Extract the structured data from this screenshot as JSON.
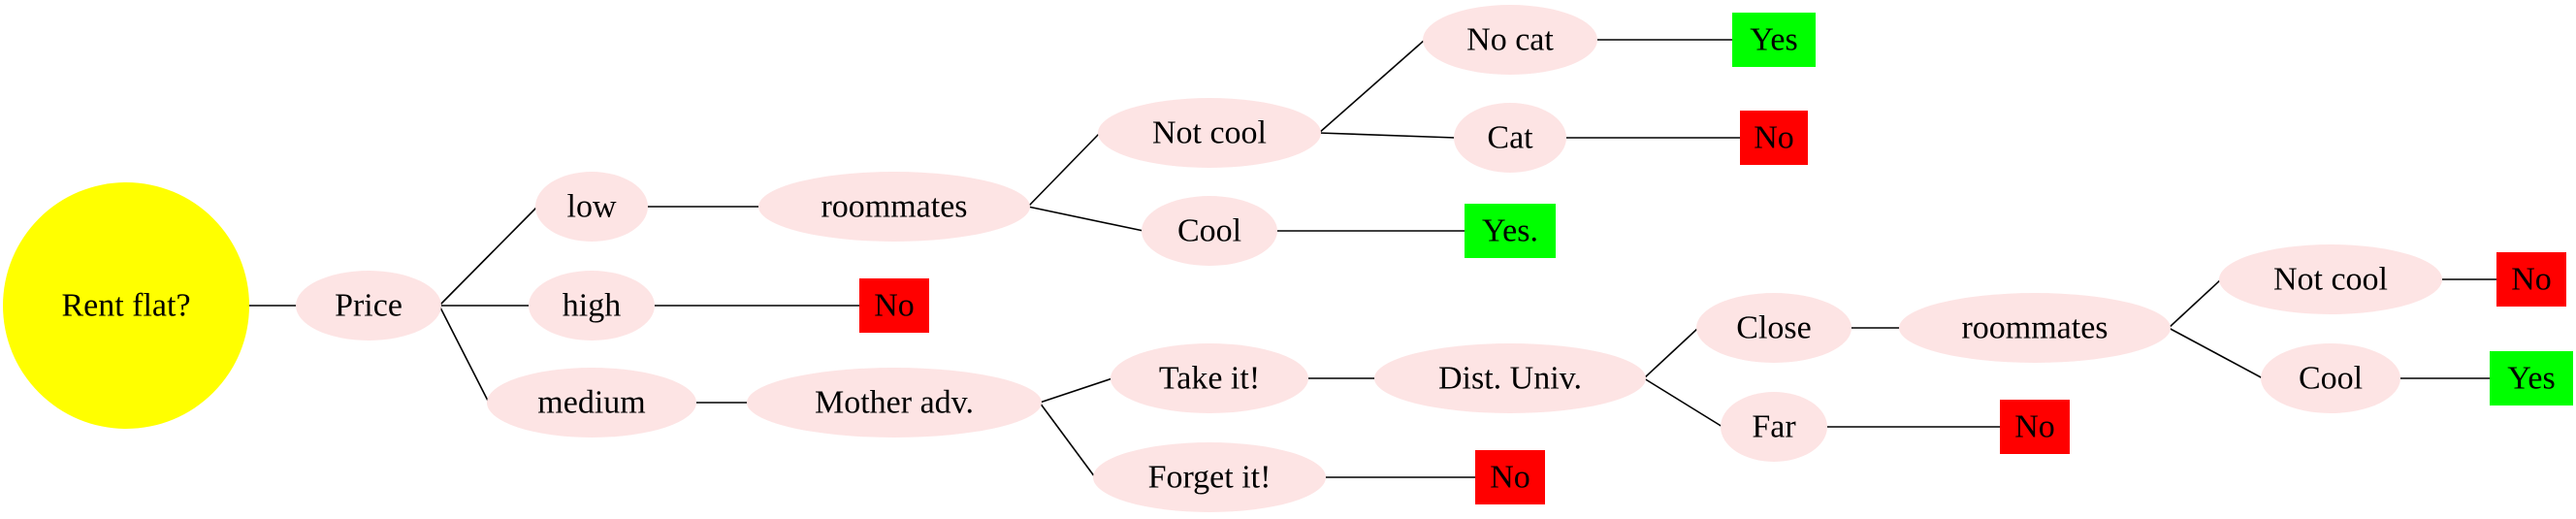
{
  "colors": {
    "root_fill": "#ffff00",
    "node_fill": "#fde4e4",
    "yes_fill": "#00ff00",
    "no_fill": "#ff0000",
    "edge": "#000000"
  },
  "nodes": {
    "root": {
      "label": "Rent flat?",
      "kind": "root"
    },
    "price": {
      "label": "Price",
      "kind": "node"
    },
    "low": {
      "label": "low",
      "kind": "node"
    },
    "high": {
      "label": "high",
      "kind": "node"
    },
    "medium": {
      "label": "medium",
      "kind": "node"
    },
    "roommates1": {
      "label": "roommates",
      "kind": "node"
    },
    "not_cool1": {
      "label": "Not cool",
      "kind": "node"
    },
    "cool1": {
      "label": "Cool",
      "kind": "node"
    },
    "no_cat": {
      "label": "No cat",
      "kind": "node"
    },
    "cat": {
      "label": "Cat",
      "kind": "node"
    },
    "yes_nocat": {
      "label": "Yes",
      "kind": "yes"
    },
    "no_cat_result": {
      "label": "No",
      "kind": "no"
    },
    "yes_cool1": {
      "label": "Yes.",
      "kind": "yes"
    },
    "no_high": {
      "label": "No",
      "kind": "no"
    },
    "mother": {
      "label": "Mother adv.",
      "kind": "node"
    },
    "take_it": {
      "label": "Take it!",
      "kind": "node"
    },
    "forget_it": {
      "label": "Forget it!",
      "kind": "node"
    },
    "no_forget": {
      "label": "No",
      "kind": "no"
    },
    "dist_univ": {
      "label": "Dist. Univ.",
      "kind": "node"
    },
    "close": {
      "label": "Close",
      "kind": "node"
    },
    "far": {
      "label": "Far",
      "kind": "node"
    },
    "no_far": {
      "label": "No",
      "kind": "no"
    },
    "roommates2": {
      "label": "roommates",
      "kind": "node"
    },
    "not_cool2": {
      "label": "Not cool",
      "kind": "node"
    },
    "cool2": {
      "label": "Cool",
      "kind": "node"
    },
    "no_notcool2": {
      "label": "No",
      "kind": "no"
    },
    "yes_cool2": {
      "label": "Yes",
      "kind": "yes"
    }
  },
  "edges": [
    [
      "root",
      "price"
    ],
    [
      "price",
      "low"
    ],
    [
      "price",
      "high"
    ],
    [
      "price",
      "medium"
    ],
    [
      "low",
      "roommates1"
    ],
    [
      "roommates1",
      "not_cool1"
    ],
    [
      "roommates1",
      "cool1"
    ],
    [
      "not_cool1",
      "no_cat"
    ],
    [
      "not_cool1",
      "cat"
    ],
    [
      "no_cat",
      "yes_nocat"
    ],
    [
      "cat",
      "no_cat_result"
    ],
    [
      "cool1",
      "yes_cool1"
    ],
    [
      "high",
      "no_high"
    ],
    [
      "medium",
      "mother"
    ],
    [
      "mother",
      "take_it"
    ],
    [
      "mother",
      "forget_it"
    ],
    [
      "forget_it",
      "no_forget"
    ],
    [
      "take_it",
      "dist_univ"
    ],
    [
      "dist_univ",
      "close"
    ],
    [
      "dist_univ",
      "far"
    ],
    [
      "far",
      "no_far"
    ],
    [
      "close",
      "roommates2"
    ],
    [
      "roommates2",
      "not_cool2"
    ],
    [
      "roommates2",
      "cool2"
    ],
    [
      "not_cool2",
      "no_notcool2"
    ],
    [
      "cool2",
      "yes_cool2"
    ]
  ]
}
